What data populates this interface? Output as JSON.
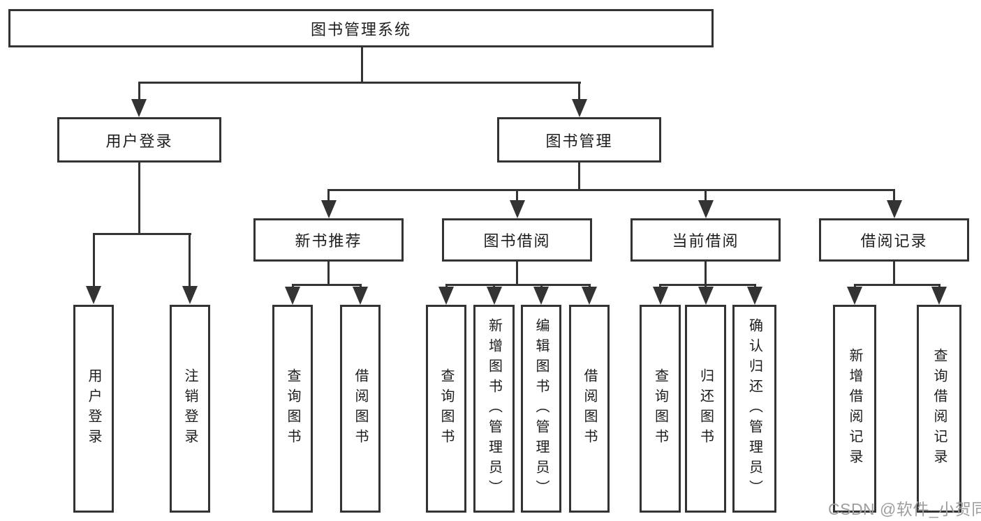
{
  "nodes": {
    "root": {
      "label": "图书管理系统"
    },
    "level2": {
      "user_login": {
        "label": "用户登录"
      },
      "book_management": {
        "label": "图书管理"
      }
    },
    "level3": {
      "new_book_recommend": {
        "label": "新书推荐"
      },
      "book_borrow": {
        "label": "图书借阅"
      },
      "current_borrow": {
        "label": "当前借阅"
      },
      "borrow_records": {
        "label": "借阅记录"
      }
    },
    "leaves": {
      "user_login": [
        "用户登录",
        "注销登录"
      ],
      "new_book_recommend": [
        "查询图书",
        "借阅图书"
      ],
      "book_borrow": [
        "查询图书",
        "新增图书（管理员）",
        "编辑图书（管理员）",
        "借阅图书"
      ],
      "current_borrow": [
        "查询图书",
        "归还图书",
        "确认归还（管理员）"
      ],
      "borrow_records": [
        "新增借阅记录",
        "查询借阅记录"
      ]
    }
  },
  "watermark": {
    "text": "CSDN @软件_小贺同学"
  },
  "colors": {
    "line": "#333333",
    "text": "#1d1d1d",
    "watermark": "#9e9e9e",
    "background": "#ffffff"
  }
}
